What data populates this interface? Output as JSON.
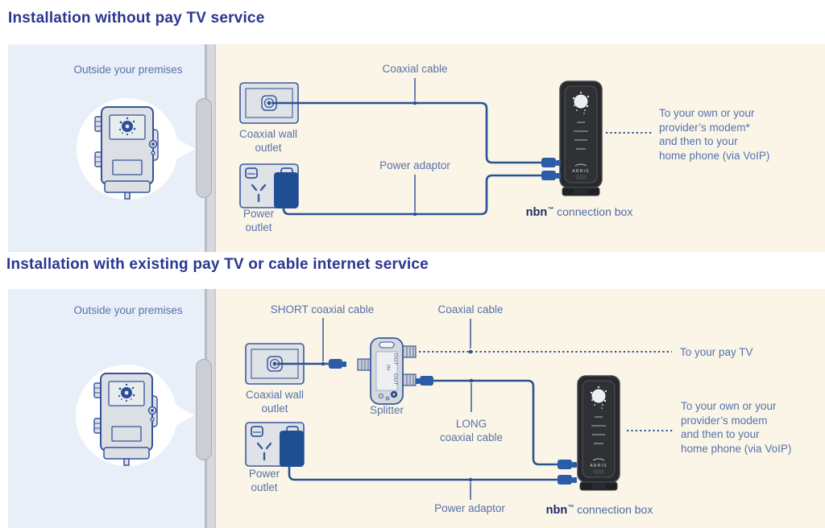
{
  "colors": {
    "title_navy": "#2b3690",
    "panel_cream": "#fbf5e7",
    "panel_blue": "#e9eff8",
    "wall_gray": "#d7d9dd",
    "label_blue": "#5671a9",
    "cable_blue": "#2b5290",
    "connector_blue": "#2b5ca9",
    "plug_navy": "#1f4e93",
    "device_black": "#28292d"
  },
  "s1": {
    "title": "Installation without pay TV service",
    "outside": "Outside your premises",
    "coax_cable": "Coaxial cable",
    "coax_outlet": [
      "Coaxial wall",
      "outlet"
    ],
    "power_adaptor": "Power adaptor",
    "power_outlet": [
      "Power",
      "outlet"
    ],
    "box_brand": "nbn",
    "box_tm": "™",
    "box_rest": " connection box",
    "note": [
      "To your own or your",
      "provider’s modem*",
      "and then to your",
      "home phone (via VoIP)"
    ]
  },
  "s2": {
    "title": "Installation with existing pay TV or cable internet service",
    "outside": "Outside your premises",
    "short_coax": "SHORT coaxial cable",
    "coax_cable": "Coaxial cable",
    "pay_tv": "To your pay TV",
    "coax_outlet": [
      "Coaxial wall",
      "outlet"
    ],
    "splitter": "Splitter",
    "long_coax": [
      "LONG",
      "coaxial cable"
    ],
    "power_outlet": [
      "Power",
      "outlet"
    ],
    "power_adaptor": "Power adaptor",
    "box_brand": "nbn",
    "box_tm": "™",
    "box_rest": " connection box",
    "note": [
      "To your own or your",
      "provider’s modem",
      "and then to your",
      "home phone (via VoIP)"
    ]
  },
  "splitter_ports": {
    "in_label": "IN",
    "out_top": "OUT",
    "out_bottom": "OUT"
  },
  "device": {
    "brand": "ARRIS"
  }
}
